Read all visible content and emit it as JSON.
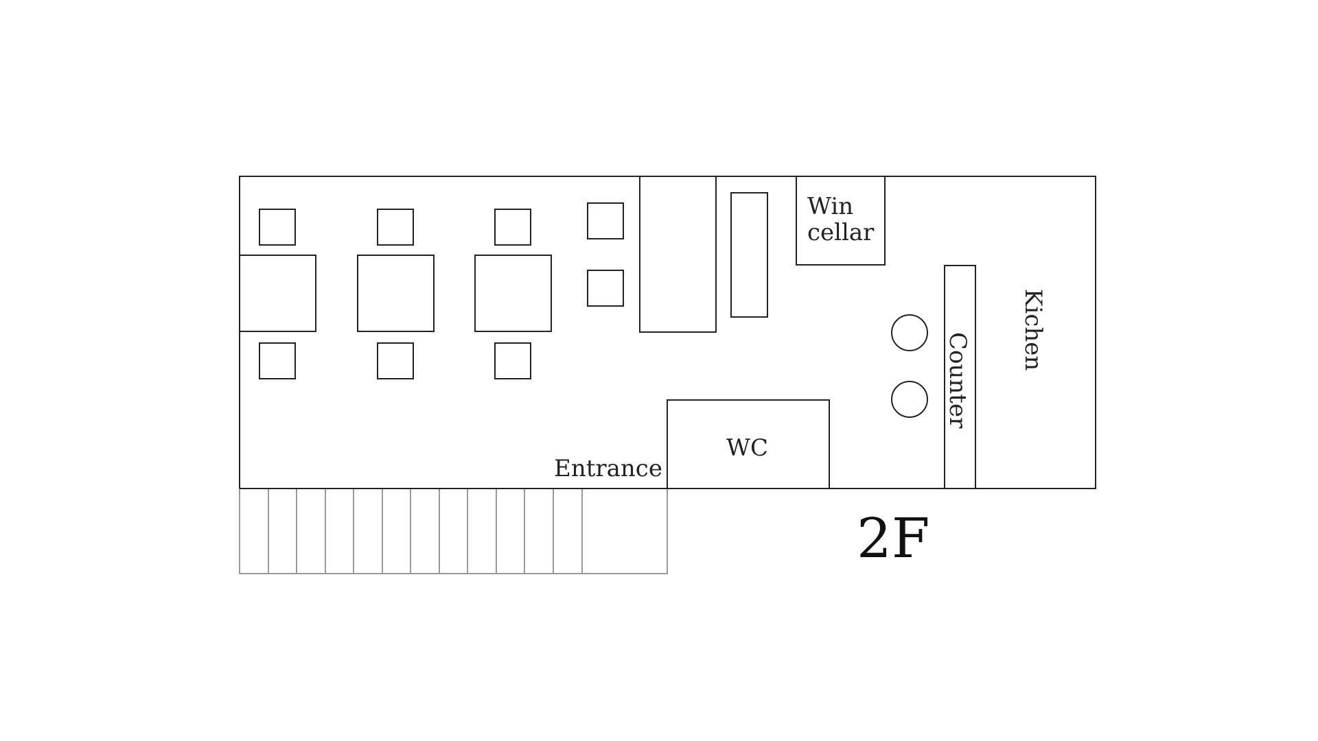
{
  "floor_label": "2F",
  "rooms": {
    "wine_cellar_line1": "Win",
    "wine_cellar_line2": "cellar",
    "kitchen": "Kichen",
    "counter": "Counter",
    "wc": "WC",
    "entrance": "Entrance"
  }
}
